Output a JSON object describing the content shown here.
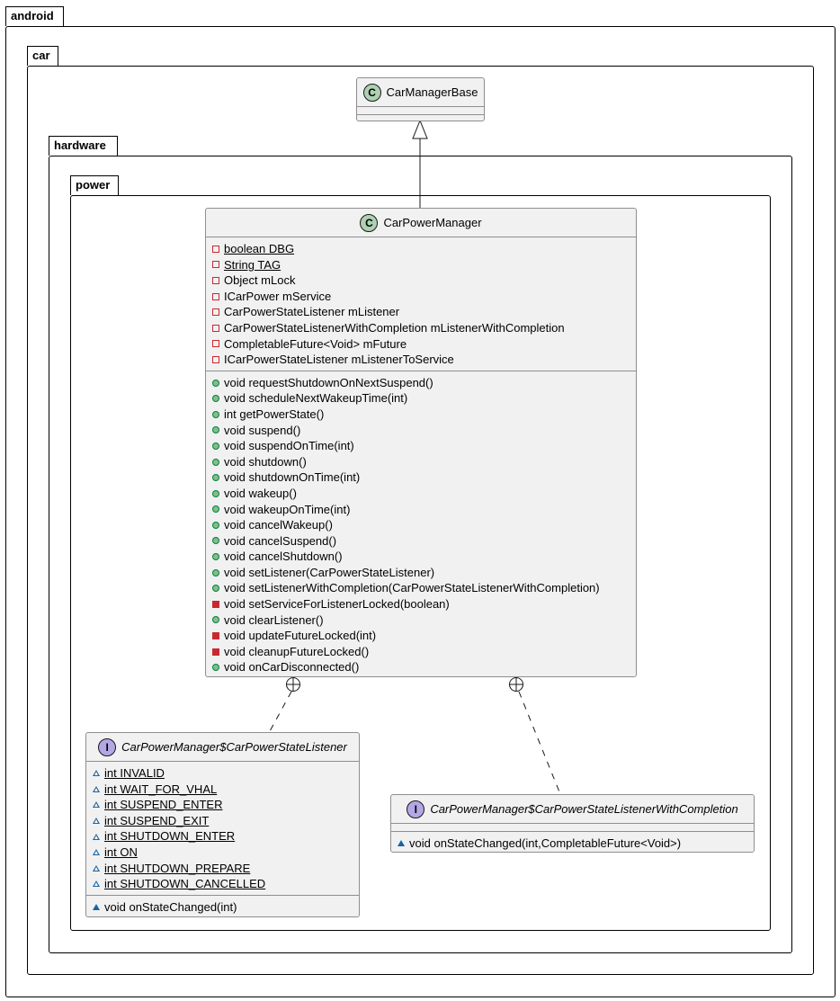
{
  "packages": {
    "android": "android",
    "car": "car",
    "hardware": "hardware",
    "power": "power"
  },
  "classes": {
    "car_manager_base": {
      "stereotype": "C",
      "name": "CarManagerBase"
    },
    "car_power_manager": {
      "stereotype": "C",
      "name": "CarPowerManager",
      "fields": [
        {
          "vis": "private",
          "static": true,
          "text": "boolean DBG"
        },
        {
          "vis": "private",
          "static": true,
          "text": "String TAG"
        },
        {
          "vis": "private",
          "static": false,
          "text": "Object mLock"
        },
        {
          "vis": "private",
          "static": false,
          "text": "ICarPower mService"
        },
        {
          "vis": "private",
          "static": false,
          "text": "CarPowerStateListener mListener"
        },
        {
          "vis": "private",
          "static": false,
          "text": "CarPowerStateListenerWithCompletion mListenerWithCompletion"
        },
        {
          "vis": "private",
          "static": false,
          "text": "CompletableFuture<Void> mFuture"
        },
        {
          "vis": "private",
          "static": false,
          "text": "ICarPowerStateListener mListenerToService"
        }
      ],
      "methods": [
        {
          "vis": "public",
          "text": "void requestShutdownOnNextSuspend()"
        },
        {
          "vis": "public",
          "text": "void scheduleNextWakeupTime(int)"
        },
        {
          "vis": "public",
          "text": "int getPowerState()"
        },
        {
          "vis": "public",
          "text": "void suspend()"
        },
        {
          "vis": "public",
          "text": "void suspendOnTime(int)"
        },
        {
          "vis": "public",
          "text": "void shutdown()"
        },
        {
          "vis": "public",
          "text": "void shutdownOnTime(int)"
        },
        {
          "vis": "public",
          "text": "void wakeup()"
        },
        {
          "vis": "public",
          "text": "void wakeupOnTime(int)"
        },
        {
          "vis": "public",
          "text": "void cancelWakeup()"
        },
        {
          "vis": "public",
          "text": "void cancelSuspend()"
        },
        {
          "vis": "public",
          "text": "void cancelShutdown()"
        },
        {
          "vis": "public",
          "text": "void setListener(CarPowerStateListener)"
        },
        {
          "vis": "public",
          "text": "void setListenerWithCompletion(CarPowerStateListenerWithCompletion)"
        },
        {
          "vis": "private",
          "text": "void setServiceForListenerLocked(boolean)"
        },
        {
          "vis": "public",
          "text": "void clearListener()"
        },
        {
          "vis": "private",
          "text": "void updateFutureLocked(int)"
        },
        {
          "vis": "private",
          "text": "void cleanupFutureLocked()"
        },
        {
          "vis": "public",
          "text": "void onCarDisconnected()"
        }
      ]
    },
    "state_listener": {
      "stereotype": "I",
      "name": "CarPowerManager$CarPowerStateListener",
      "fields": [
        {
          "vis": "package",
          "static": true,
          "text": "int INVALID"
        },
        {
          "vis": "package",
          "static": true,
          "text": "int WAIT_FOR_VHAL"
        },
        {
          "vis": "package",
          "static": true,
          "text": "int SUSPEND_ENTER"
        },
        {
          "vis": "package",
          "static": true,
          "text": "int SUSPEND_EXIT"
        },
        {
          "vis": "package",
          "static": true,
          "text": "int SHUTDOWN_ENTER"
        },
        {
          "vis": "package",
          "static": true,
          "text": "int ON"
        },
        {
          "vis": "package",
          "static": true,
          "text": "int SHUTDOWN_PREPARE"
        },
        {
          "vis": "package",
          "static": true,
          "text": "int SHUTDOWN_CANCELLED"
        }
      ],
      "methods": [
        {
          "vis": "package",
          "text": "void onStateChanged(int)"
        }
      ]
    },
    "state_listener_completion": {
      "stereotype": "I",
      "name": "CarPowerManager$CarPowerStateListenerWithCompletion",
      "fields": [],
      "methods": [
        {
          "vis": "package",
          "text": "void onStateChanged(int,CompletableFuture<Void>)"
        }
      ]
    }
  },
  "colors": {
    "class_fill": "#f1f1f1",
    "class_border": "#8f8f8f",
    "stereo_class": "#add1b2",
    "stereo_interface": "#b4a7e5",
    "private_marker": "#c82930",
    "public_marker": "#84be84",
    "package_marker": "#1963a0"
  }
}
